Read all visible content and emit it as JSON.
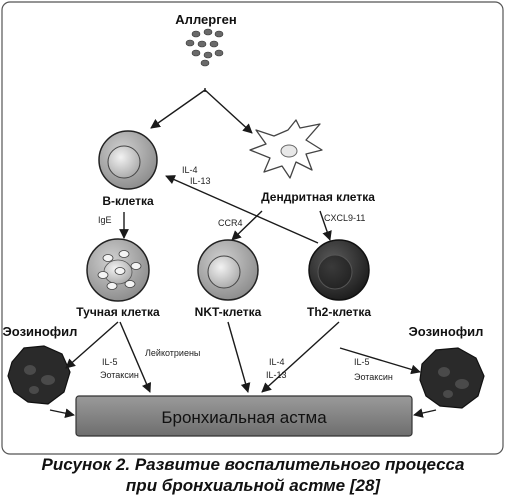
{
  "diagram": {
    "allergen": "Аллерген",
    "b_cell": "В-клетка",
    "dendritic_cell": "Дендритная клетка",
    "mast_cell": "Тучная клетка",
    "nkt_cell": "NKT-клетка",
    "th2_cell": "Th2-клетка",
    "eosinophil_left": "Эозинофил",
    "eosinophil_right": "Эозинофил",
    "asthma": "Бронхиальная астма",
    "labels": {
      "il4": "IL-4",
      "il13": "IL-13",
      "ige": "IgE",
      "ccr4": "CCR4",
      "cxcl": "CXCL9-11",
      "il5_left": "IL-5",
      "eotaxin_left": "Эотаксин",
      "leukotrienes": "Лейкотриены",
      "il4_center": "IL-4",
      "il13_center": "IL-13",
      "il5_right": "IL-5",
      "eotaxin_right": "Эотаксин"
    }
  },
  "caption": {
    "line1": "Рисунок 2. Развитие воспалительного процесса",
    "line2": "при бронхиальной астме [28]"
  }
}
